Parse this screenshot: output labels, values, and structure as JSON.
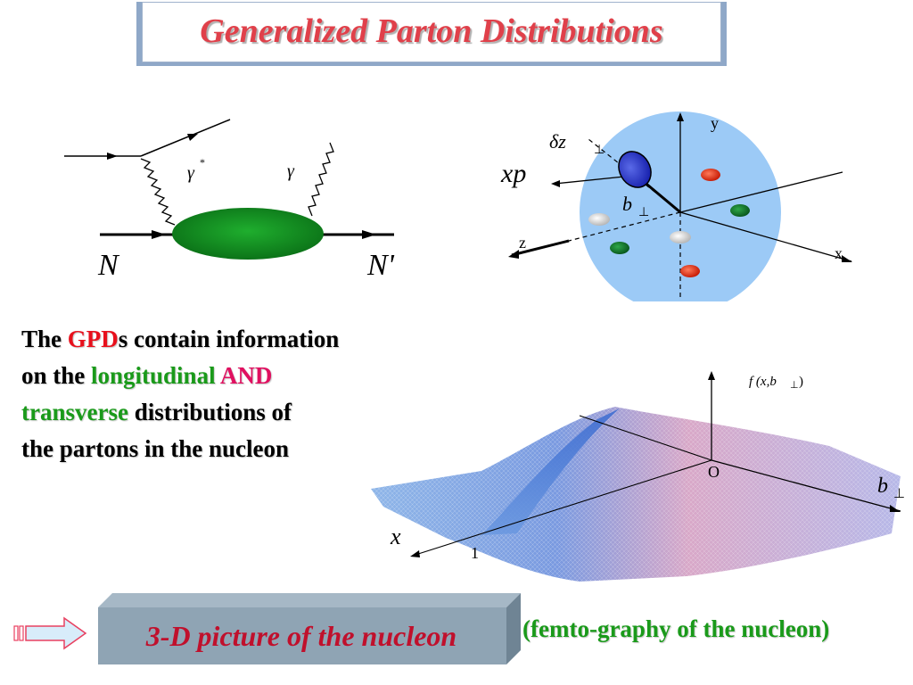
{
  "title": "Generalized Parton Distributions",
  "feynman": {
    "gamma_star": "γ",
    "gamma_star_sup": "*",
    "gamma": "γ",
    "nucleon_in": "N",
    "nucleon_out": "N'"
  },
  "nucleon_3d": {
    "y_label": "y",
    "x_label": "x",
    "z_label": "z",
    "delta_z_label": "δz",
    "perp": "⊥",
    "xp_label": "xp",
    "b_label": "b"
  },
  "description": {
    "p1": "The ",
    "p2": "GPD",
    "p3": "s contain information",
    "p4": "on the ",
    "p5": "longitudinal",
    "p6": " AND",
    "p7": "transverse",
    "p8": " distributions of",
    "p9": "the partons in the nucleon"
  },
  "surface_plot": {
    "f_label": "f (x,b",
    "perp": "⊥",
    "f_close": ")",
    "origin": "O",
    "b_axis": "b",
    "x_axis": "x",
    "one": "1"
  },
  "bottom": {
    "picture_label": "3-D picture of the nucleon",
    "femto_label": "(femto-graphy of the nucleon)"
  },
  "colors": {
    "title_red": "#e0404a",
    "gpd_red": "#e8101c",
    "green": "#1a9a1a",
    "and_pink": "#e01060",
    "blob_green": "#0a8a1a",
    "sphere_blue": "#9ccaf6",
    "box_gray": "#8fa4b4"
  }
}
